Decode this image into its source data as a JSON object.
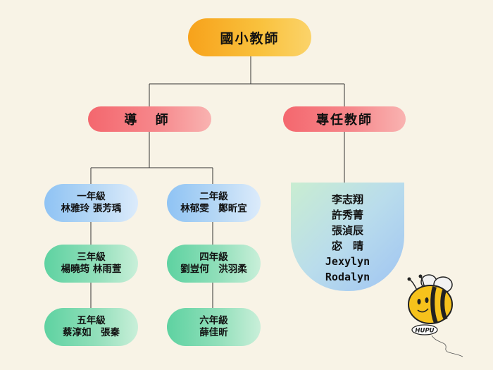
{
  "root": {
    "label": "國小教師"
  },
  "tutor": {
    "label": "導 師"
  },
  "subject": {
    "label": "專任教師"
  },
  "grades": [
    {
      "grade": "一年級",
      "teachers": "林雅玲 張芳瑀"
    },
    {
      "grade": "二年級",
      "teachers": "林郁雯　鄭昕宜"
    },
    {
      "grade": "三年級",
      "teachers": "楊曉筠 林雨萱"
    },
    {
      "grade": "四年級",
      "teachers": "劉豈何　洪羽柔"
    },
    {
      "grade": "五年級",
      "teachers": "蔡淳如　張秦"
    },
    {
      "grade": "六年級",
      "teachers": "薛佳昕"
    }
  ],
  "specialists": [
    "李志翔",
    "許秀菁",
    "張湞辰",
    "宓　晴",
    "Jexylyn",
    "Rodalyn"
  ],
  "logo": {
    "text": "HUPU",
    "icon": "bee-logo-icon"
  },
  "colors": {
    "background": "#f8f3e6",
    "root": "#f7a21b",
    "category": "#f4676e",
    "grade_blue": "#8fc3f4",
    "grade_green": "#5ed2a1",
    "lines": "#333333"
  }
}
